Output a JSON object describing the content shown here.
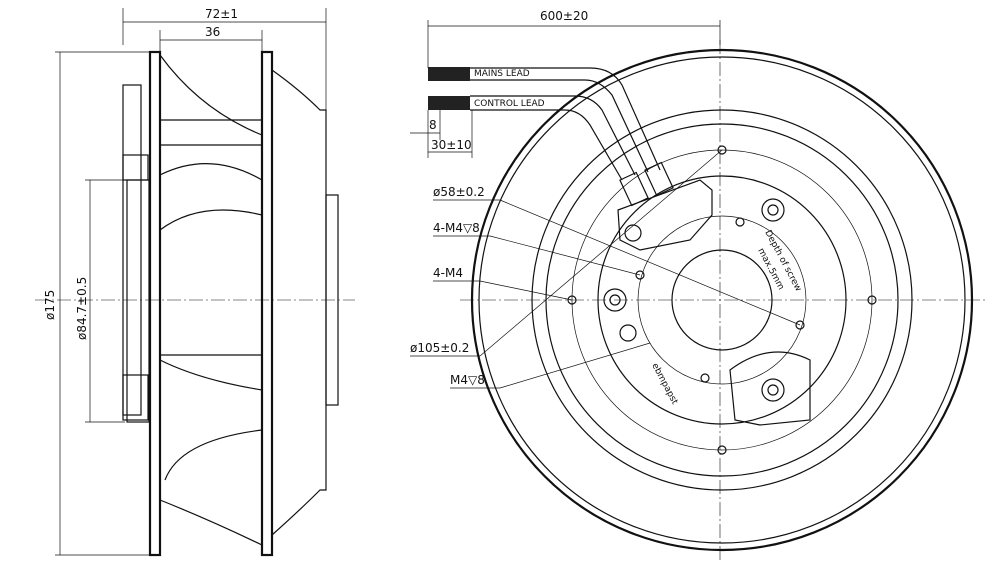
{
  "side_view": {
    "dim_overall_width": "72±1",
    "dim_inlet_width": "36",
    "dim_outer_diameter": "ø175",
    "dim_motor_diameter": "ø84.7±0.5"
  },
  "front_view": {
    "dim_lead_length": "600±20",
    "lead_mains": "MAINS LEAD",
    "lead_control": "CONTROL LEAD",
    "dim_strip": "8",
    "dim_sleeve": "30±10",
    "callout_58": "ø58±0.2",
    "callout_4m4_depth": "4-M4▽8",
    "callout_4m4": "4-M4",
    "callout_105": "ø105±0.2",
    "callout_m4": "M4▽8",
    "screw_note_1": "Depth of screw",
    "screw_note_2": "max.5mm",
    "brand": "ebmpapst"
  }
}
